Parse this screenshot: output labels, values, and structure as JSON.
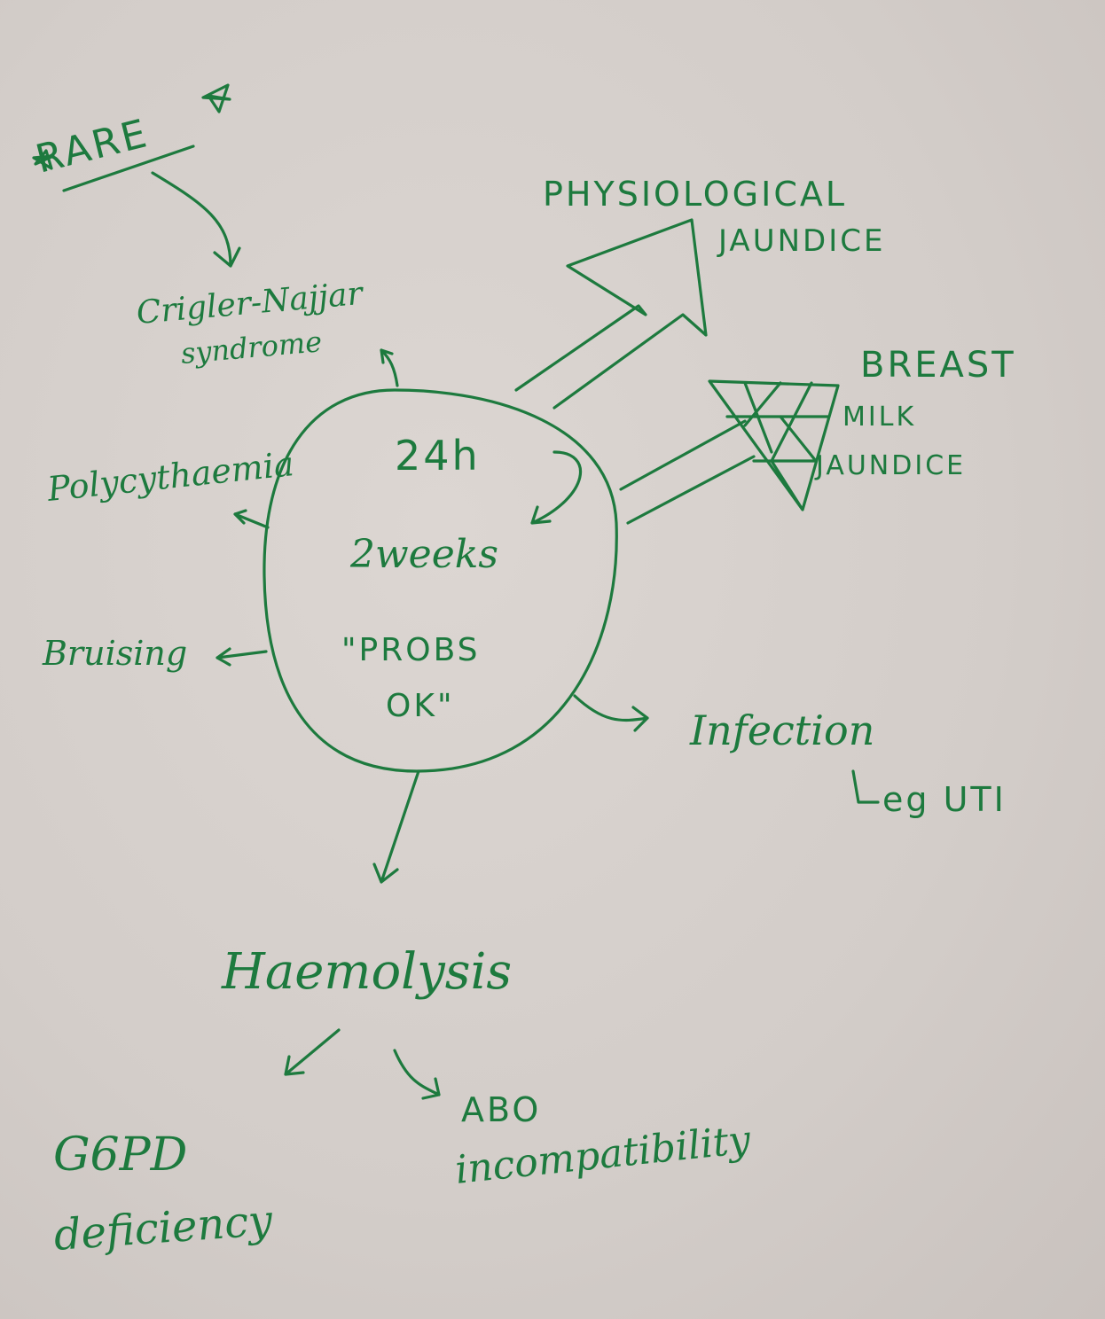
{
  "center": {
    "line1": "24h",
    "line2": "2weeks",
    "line3": "\"PROBS",
    "line4": "OK\""
  },
  "rare": {
    "label": "RARE"
  },
  "causes": {
    "crigler_najjar": {
      "line1": "Crigler-Najjar",
      "line2": "syndrome"
    },
    "physiological": {
      "line1": "PHYSIOLOGICAL",
      "line2": "JAUNDICE"
    },
    "breast_milk": {
      "line1": "BREAST",
      "line2": "MILK",
      "line3": "JAUNDICE"
    },
    "polycythaemia": "Polycythaemia",
    "bruising": "Bruising",
    "infection": {
      "label": "Infection",
      "example": "eg UTI"
    },
    "haemolysis": "Haemolysis",
    "g6pd": {
      "line1": "G6PD",
      "line2": "deficiency"
    },
    "abo": {
      "line1": "ABO",
      "line2": "incompatibility"
    }
  },
  "colors": {
    "ink": "#1d7a3e",
    "paper": "#d5cfcb"
  }
}
